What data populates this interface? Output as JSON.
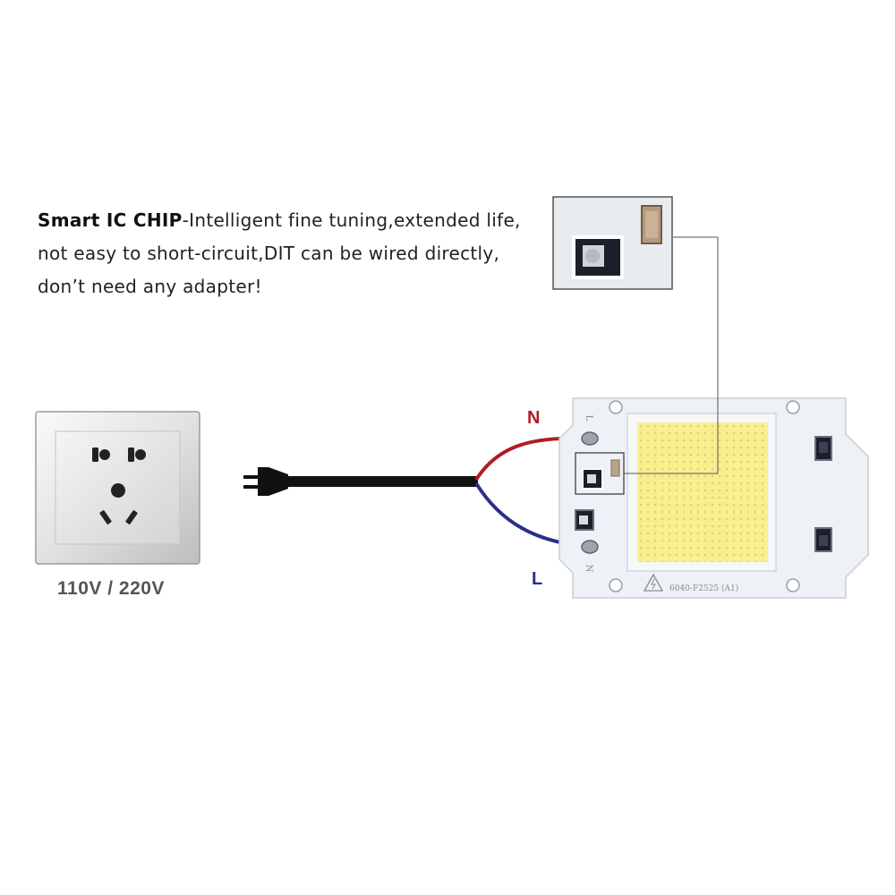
{
  "caption": {
    "lead": "Smart IC CHIP",
    "line1_rest": "-Intelligent fine tuning,extended life,",
    "line2": "not easy to short-circuit,DIT can be wired directly,",
    "line3": "don’t need any adapter!"
  },
  "socket": {
    "voltage_label": "110V / 220V"
  },
  "wires": {
    "neutral_label": "N",
    "live_label": "L",
    "neutral_color": "#b01c28",
    "live_color": "#2a2e8c"
  },
  "board": {
    "marking": "6040-F2525 (A1)",
    "pad_top_mark": "L",
    "pad_bottom_mark": "N",
    "led_color": "#f7f08c",
    "board_color": "#eef1f5"
  },
  "icons": {
    "plug": "plug-icon",
    "warning": "warning-icon"
  }
}
